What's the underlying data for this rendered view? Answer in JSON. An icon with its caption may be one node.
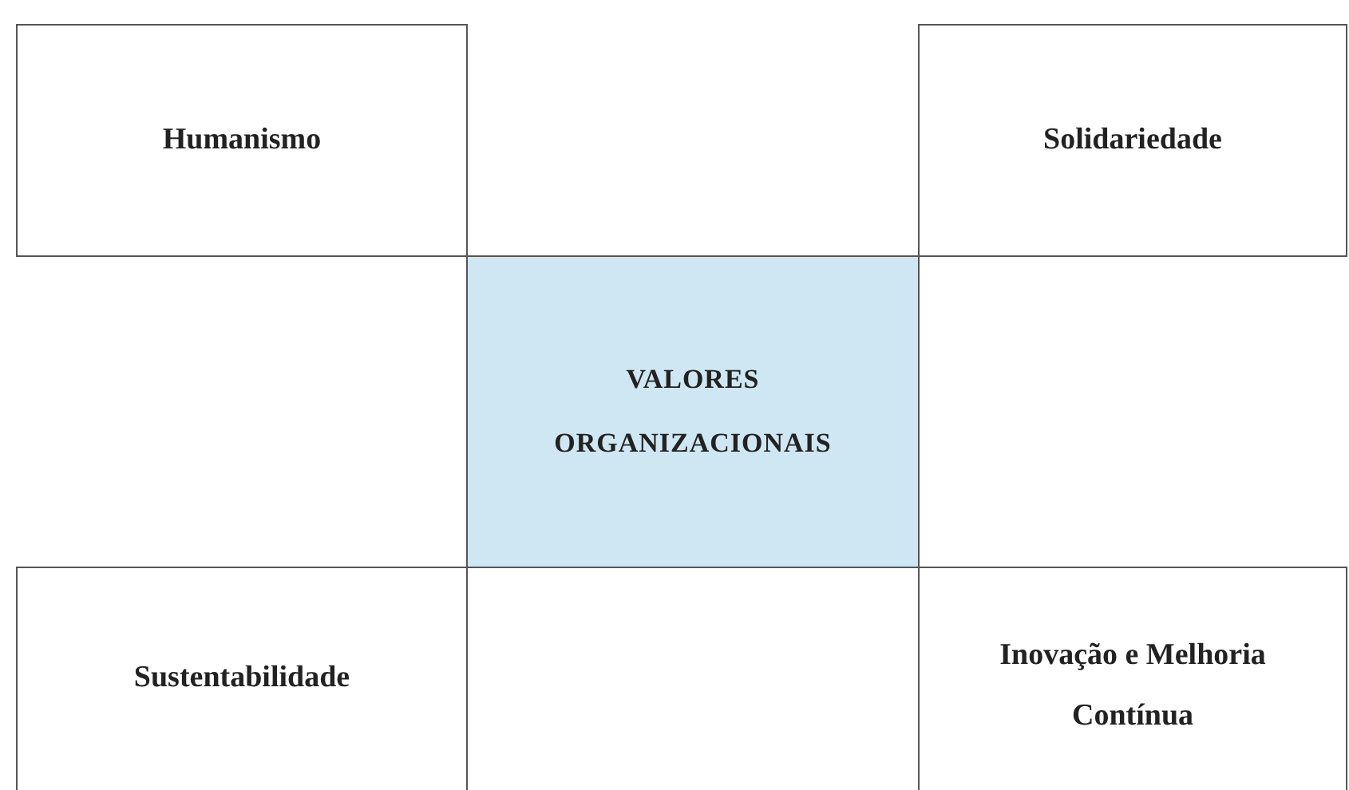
{
  "diagram": {
    "nodes": [
      {
        "text": [
          "Humanismo"
        ]
      },
      {
        "text": [
          "Solidariedade"
        ]
      },
      {
        "text": [
          "VALORES ORGANIZACIONAIS"
        ]
      },
      {
        "text": [
          "Sustentabilidade"
        ]
      },
      {
        "text": [
          "Inovação e Melhoria Contínua"
        ]
      }
    ]
  }
}
